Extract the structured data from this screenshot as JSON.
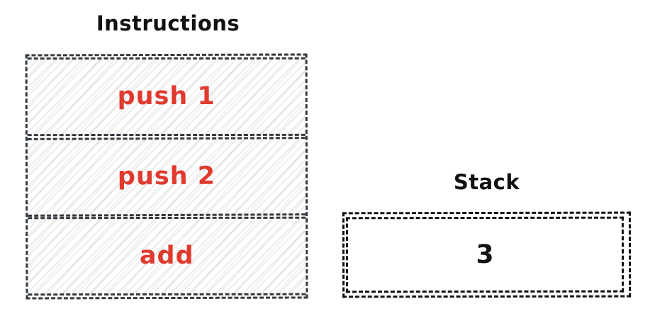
{
  "diagram": {
    "instructions": {
      "title": "Instructions",
      "items": [
        {
          "label": "push 1"
        },
        {
          "label": "push 2"
        },
        {
          "label": "add"
        }
      ]
    },
    "stack": {
      "title": "Stack",
      "values": [
        {
          "label": "3"
        }
      ]
    },
    "colors": {
      "instruction_label_red": "#e03a2e",
      "sketch_stroke_dark": "#343a40",
      "stack_stroke_black": "#111111",
      "hatch_line_gray": "#e8e8e8",
      "background": "#ffffff"
    }
  }
}
